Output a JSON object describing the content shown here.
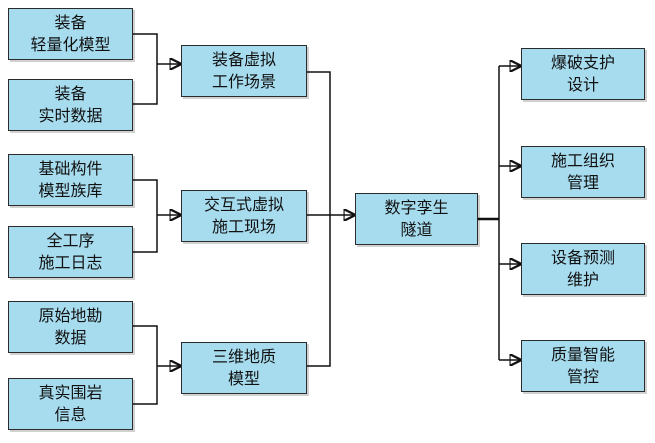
{
  "inputs": [
    {
      "id": "equip-lightweight-model",
      "label": "装备\n轻量化模型"
    },
    {
      "id": "equip-realtime-data",
      "label": "装备\n实时数据"
    },
    {
      "id": "basic-component-family",
      "label": "基础构件\n模型族库"
    },
    {
      "id": "full-process-log",
      "label": "全工序\n施工日志"
    },
    {
      "id": "original-survey-data",
      "label": "原始地勘\n数据"
    },
    {
      "id": "real-rock-info",
      "label": "真实围岩\n信息"
    }
  ],
  "middle": [
    {
      "id": "equip-virtual-scene",
      "label": "装备虚拟\n工作场景"
    },
    {
      "id": "interactive-virtual-site",
      "label": "交互式虚拟\n施工现场"
    },
    {
      "id": "3d-geology-model",
      "label": "三维地质\n模型"
    }
  ],
  "center": {
    "id": "digital-twin-tunnel",
    "label": "数字孪生\n隧道"
  },
  "outputs": [
    {
      "id": "blast-support-design",
      "label": "爆破支护\n设计"
    },
    {
      "id": "construction-org-mgmt",
      "label": "施工组织\n管理"
    },
    {
      "id": "equip-predictive-maint",
      "label": "设备预测\n维护"
    },
    {
      "id": "quality-smart-control",
      "label": "质量智能\n管控"
    }
  ],
  "colors": {
    "box_fill": "#a7dcef",
    "stroke": "#111111"
  }
}
